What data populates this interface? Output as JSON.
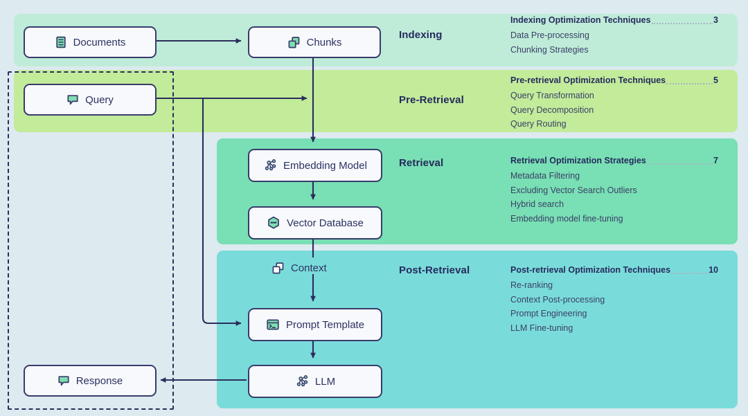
{
  "theme": {
    "background": "#ddeaf0",
    "ink": "#2b2d5c",
    "node_fill": "#f7f9fd",
    "node_stroke": "#373b6b",
    "band_indexing": "#bfecd8",
    "band_pre_retrieval": "#c2eb9a",
    "band_retrieval": "#79dfb4",
    "band_post_retrieval": "#7adcda",
    "icon_green": "#7fdfb0",
    "leader_dots": "#a9b6c4"
  },
  "stages": {
    "indexing": {
      "title": "Indexing"
    },
    "pre_retrieval": {
      "title": "Pre-Retrieval"
    },
    "retrieval": {
      "title": "Retrieval"
    },
    "post_retrieval": {
      "title": "Post-Retrieval"
    }
  },
  "nodes": {
    "documents": {
      "label": "Documents",
      "icon": "document-icon"
    },
    "query": {
      "label": "Query",
      "icon": "speech-bubble-icon"
    },
    "response": {
      "label": "Response",
      "icon": "speech-bubble-icon"
    },
    "chunks": {
      "label": "Chunks",
      "icon": "stacked-squares-icon"
    },
    "embedding_model": {
      "label": "Embedding Model",
      "icon": "node-graph-icon"
    },
    "vector_database": {
      "label": "Vector Database",
      "icon": "hexagon-icon"
    },
    "context": {
      "label": "Context",
      "icon": "stacked-squares-outline-icon"
    },
    "prompt_template": {
      "label": "Prompt Template",
      "icon": "terminal-window-icon"
    },
    "llm": {
      "label": "LLM",
      "icon": "node-graph-icon"
    }
  },
  "toc": {
    "indexing": {
      "heading": "Indexing Optimization Techniques",
      "page": "3",
      "items": [
        "Data Pre-processing",
        "Chunking Strategies"
      ]
    },
    "pre_retrieval": {
      "heading": "Pre-retrieval Optimization Techniques",
      "page": "5",
      "items": [
        "Query Transformation",
        "Query Decomposition",
        "Query Routing"
      ]
    },
    "retrieval": {
      "heading": "Retrieval Optimization Strategies",
      "page": "7",
      "items": [
        "Metadata Filtering",
        "Excluding Vector Search Outliers",
        "Hybrid search",
        "Embedding model fine-tuning"
      ]
    },
    "post_retrieval": {
      "heading": "Post-retrieval Optimization Techniques",
      "page": "10",
      "items": [
        "Re-ranking",
        "Context Post-processing",
        "Prompt Engineering",
        "LLM Fine-tuning"
      ]
    }
  }
}
